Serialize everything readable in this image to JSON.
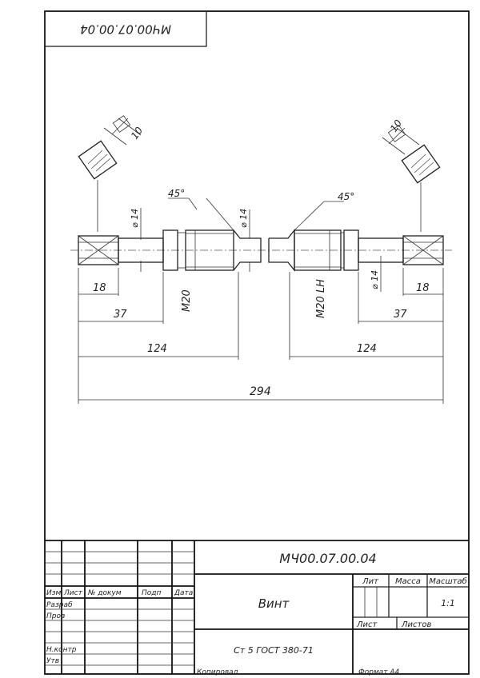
{
  "top_stamp": "МЧ00.07.00.04",
  "dimensions": {
    "square_size_left": "10",
    "square_size_right": "10",
    "chamfer_left": "45°",
    "chamfer_right": "45°",
    "diam_left_neck": "⌀ 14",
    "diam_center": "⌀ 14",
    "diam_right_neck": "⌀ 14",
    "thread_left": "M20",
    "thread_right": "M20 LH",
    "len_square_left": "18",
    "len_square_right": "18",
    "len_neck_left": "37",
    "len_neck_right": "37",
    "len_half_left": "124",
    "len_half_right": "124",
    "len_total": "294"
  },
  "title_block": {
    "designation": "МЧ00.07.00.04",
    "name": "Винт",
    "material": "Ст 5 ГОСТ 380-71",
    "col_lit": "Лит",
    "col_mass": "Масса",
    "col_scale": "Масштаб",
    "scale_value": "1:1",
    "sheet_label": "Лист",
    "sheets_label": "Листов",
    "h_izm": "Изм",
    "h_list": "Лист",
    "h_doc": "№ докум",
    "h_sign": "Подп",
    "h_date": "Дата",
    "r_razrab": "Разраб",
    "r_prov": "Пров",
    "r_nkontr": "Н.контр",
    "r_utv": "Утв",
    "copied": "Копировал",
    "format": "Формат  А4"
  }
}
